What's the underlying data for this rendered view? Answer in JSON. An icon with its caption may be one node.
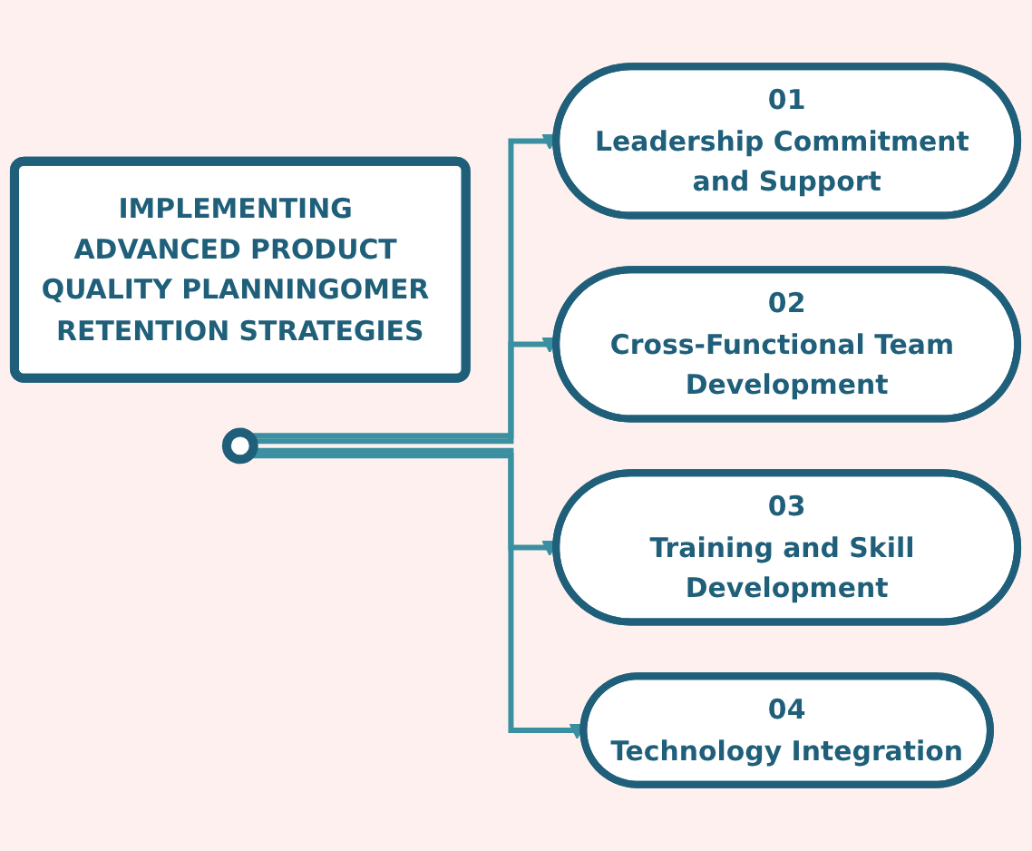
{
  "diagram": {
    "nodes": [
      {
        "text": [
          "IMPLEMENTING ADVANCED PRODUCT QUALITY PLANNINGOMER RETENTION STRATEGIES"
        ]
      },
      {
        "text": [],
        "shape": "circle"
      },
      {
        "text": [
          "01",
          "Leadership Commitment and Support"
        ]
      },
      {
        "text": [
          "02",
          "Cross-Functional Team Development"
        ]
      },
      {
        "text": [
          "03",
          "Training and Skill Development"
        ]
      },
      {
        "text": [
          "04",
          "Technology Integration"
        ]
      }
    ],
    "edges": [
      {
        "from": 1,
        "to": 2,
        "arrow": "to"
      },
      {
        "from": 1,
        "to": 3,
        "arrow": "to"
      },
      {
        "from": 1,
        "to": 4,
        "arrow": "to"
      },
      {
        "from": 1,
        "to": 5,
        "arrow": "to"
      }
    ]
  }
}
